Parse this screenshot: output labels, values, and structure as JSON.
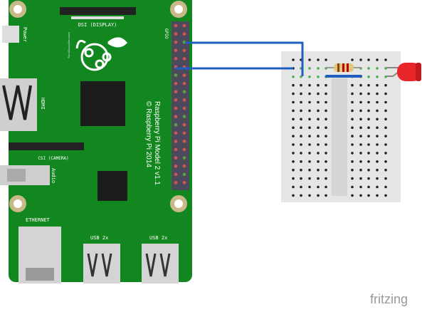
{
  "board": {
    "dsi_label": "DSI (DISPLAY)",
    "power_label": "Power",
    "gpio_label": "GPIO",
    "hdmi_label": "HDMI",
    "csi_label": "CSI (CAMERA)",
    "audio_label": "Audio",
    "ethernet_label": "ETHERNET",
    "usb1_label": "USB 2x",
    "usb2_label": "USB 2x",
    "model_label": "Raspberry Pi Model 2 v1.1",
    "copyright_label": "© Raspberry Pi 2014",
    "url_label": "www.raspberrypi.org"
  },
  "colors": {
    "board": "#13871f",
    "wire": "#1f5fbf",
    "header": "#4a4a5a",
    "breadboard": "#e8e8e8",
    "led": "#e8262a"
  },
  "watermark": "fritzing"
}
